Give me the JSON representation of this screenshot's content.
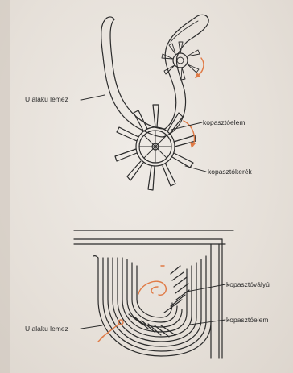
{
  "top_diagram": {
    "labels": {
      "u_plate": "U alaku lemez",
      "tooth_element": "kopasztóelem",
      "tooth_wheel": "kopasztókerék"
    }
  },
  "bottom_diagram": {
    "labels": {
      "trough": "kopasztóvályú",
      "u_plate": "U alaku lemez",
      "tooth_element": "kopasztóelem"
    }
  },
  "colors": {
    "ink": "#2b2b2b",
    "accent": "#e07a45",
    "paper": "#e7e2dc"
  }
}
